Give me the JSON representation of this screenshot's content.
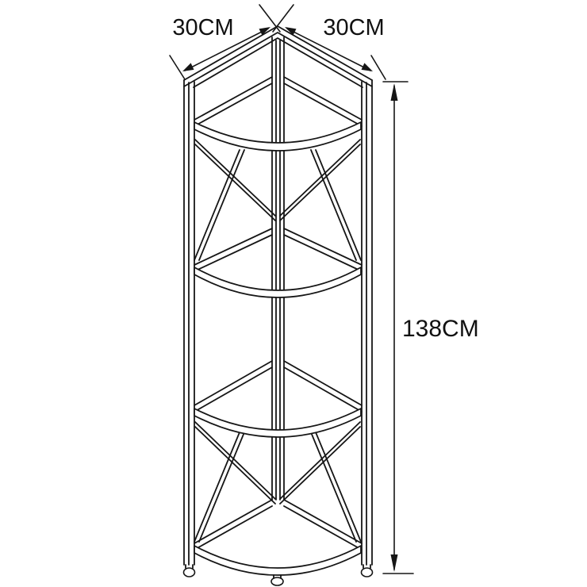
{
  "page": {
    "background": "#ffffff"
  },
  "drawing": {
    "kind": "corner-shelf-dimension-diagram",
    "line_color": "#161616",
    "text_color": "#111111",
    "labels": {
      "width_left": "30CM",
      "width_right": "30CM",
      "height": "138CM"
    }
  }
}
